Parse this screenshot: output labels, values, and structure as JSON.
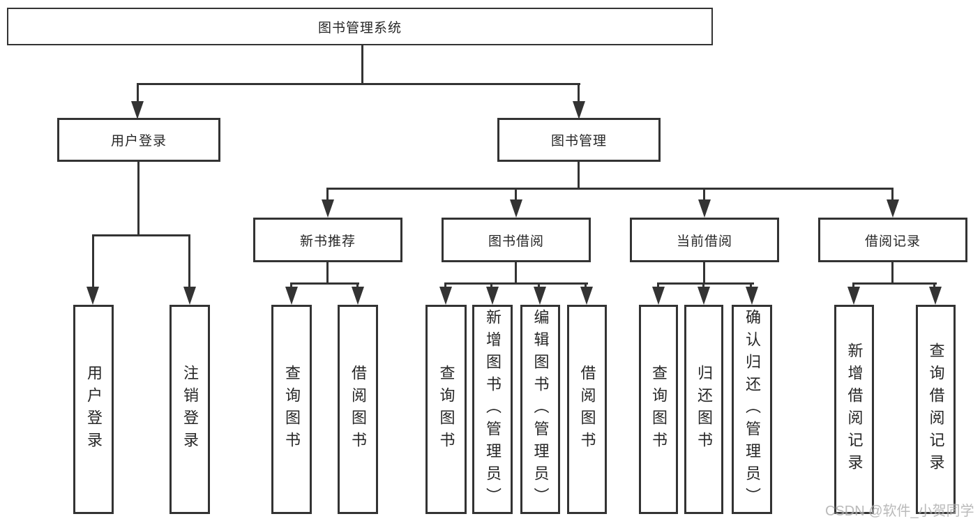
{
  "tree": {
    "root": "图书管理系统",
    "branches": [
      {
        "label": "用户登录",
        "leaves": [
          "用户登录",
          "注销登录"
        ]
      },
      {
        "label": "图书管理",
        "groups": [
          {
            "label": "新书推荐",
            "leaves": [
              "查询图书",
              "借阅图书"
            ]
          },
          {
            "label": "图书借阅",
            "leaves": [
              "查询图书",
              "新增图书（管理员）",
              "编辑图书（管理员）",
              "借阅图书"
            ]
          },
          {
            "label": "当前借阅",
            "leaves": [
              "查询图书",
              "归还图书",
              "确认归还（管理员）"
            ]
          },
          {
            "label": "借阅记录",
            "leaves": [
              "新增借阅记录",
              "查询借阅记录"
            ]
          }
        ]
      }
    ]
  },
  "watermark": "CSDN @软件_小贺同学",
  "colors": {
    "line": "#333333",
    "text": "#262626",
    "watermark": "#a9a9a9",
    "background": "#ffffff"
  }
}
